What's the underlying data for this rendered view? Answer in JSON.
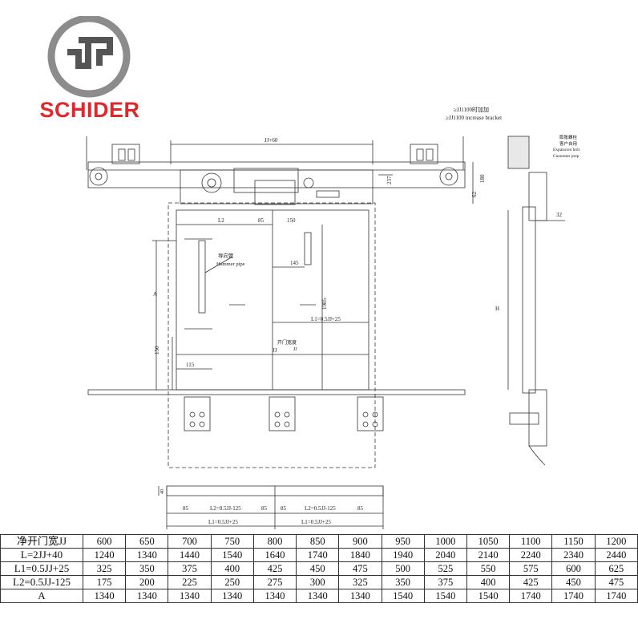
{
  "brand": {
    "name": "SCHIDER",
    "accent": "#e0282c",
    "logo_icon": "schider-logo-icon"
  },
  "drawing": {
    "bracket_note_cn": "≥JJ1100时加加",
    "bracket_note_en": "≥JJ1100 increase bracket",
    "dim_top": "JJ+60",
    "dim_l2": "L2",
    "dim_85": "85",
    "dim_150_top": "150",
    "dim_145": "145",
    "hammer_pipe_cn": "导向管",
    "hammer_pipe_en": "Hammer pipe",
    "dim_a": "A",
    "dim_l1": "L1=0.5JJ+25",
    "dim_1985": "1985",
    "open_width_cn": "开门宽度",
    "dim_jj": "JJ",
    "dim_jj2": "JJ",
    "dim_150_left": "150",
    "dim_115": "115",
    "dim_180": "180",
    "dim_237": "237",
    "dim_62": "62",
    "expansion_cn": "膨胀螺栓",
    "expansion_en": "Expansion bolt",
    "customer_cn": "客户自用",
    "customer_en": "Customer prep",
    "dim_32": "32",
    "dim_side": "H",
    "dim_40": "40",
    "sill_85_a": "85",
    "sill_85_b": "85",
    "sill_85_c": "85",
    "sill_85_d": "85",
    "sill_l2_left": "L2=0.5JJ-125",
    "sill_l2_right": "L2=0.5JJ-125",
    "sill_l1_left": "L1=0.5JJ+25",
    "sill_l1_right": "L1=0.5JJ+25"
  },
  "table": {
    "rows": [
      {
        "label": "净开门宽JJ",
        "values": [
          "600",
          "650",
          "700",
          "750",
          "800",
          "850",
          "900",
          "950",
          "1000",
          "1050",
          "1100",
          "1150",
          "1200"
        ]
      },
      {
        "label": "L=2JJ+40",
        "values": [
          "1240",
          "1340",
          "1440",
          "1540",
          "1640",
          "1740",
          "1840",
          "1940",
          "2040",
          "2140",
          "2240",
          "2340",
          "2440"
        ]
      },
      {
        "label": "L1=0.5JJ+25",
        "values": [
          "325",
          "350",
          "375",
          "400",
          "425",
          "450",
          "475",
          "500",
          "525",
          "550",
          "575",
          "600",
          "625"
        ]
      },
      {
        "label": "L2=0.5JJ-125",
        "values": [
          "175",
          "200",
          "225",
          "250",
          "275",
          "300",
          "325",
          "350",
          "375",
          "400",
          "425",
          "450",
          "475"
        ]
      },
      {
        "label": "A",
        "values": [
          "1340",
          "1340",
          "1340",
          "1340",
          "1340",
          "1340",
          "1340",
          "1540",
          "1540",
          "1540",
          "1740",
          "1740",
          "1740"
        ]
      }
    ]
  }
}
